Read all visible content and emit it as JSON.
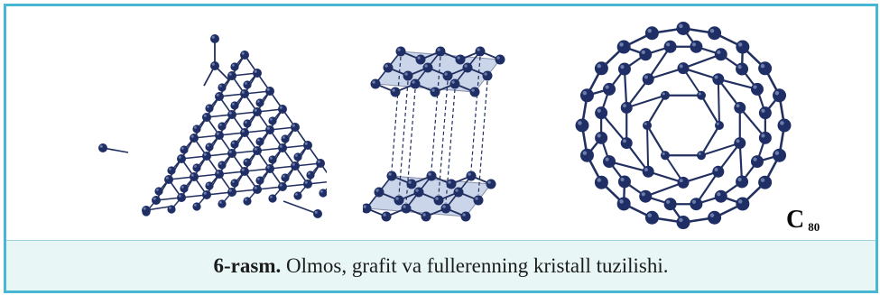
{
  "colors": {
    "frame_border": "#47b7d4",
    "caption_background": "#e8f7f6",
    "atom": "#1f2f66",
    "bond": "#223060",
    "graphite_layer": "#9fb4d8"
  },
  "figure": {
    "caption_number": "6-rasm.",
    "caption_text": " Olmos, grafit va fullerenning kristall tuzilishi.",
    "fullerene_label": "C",
    "fullerene_subscript": "80"
  }
}
